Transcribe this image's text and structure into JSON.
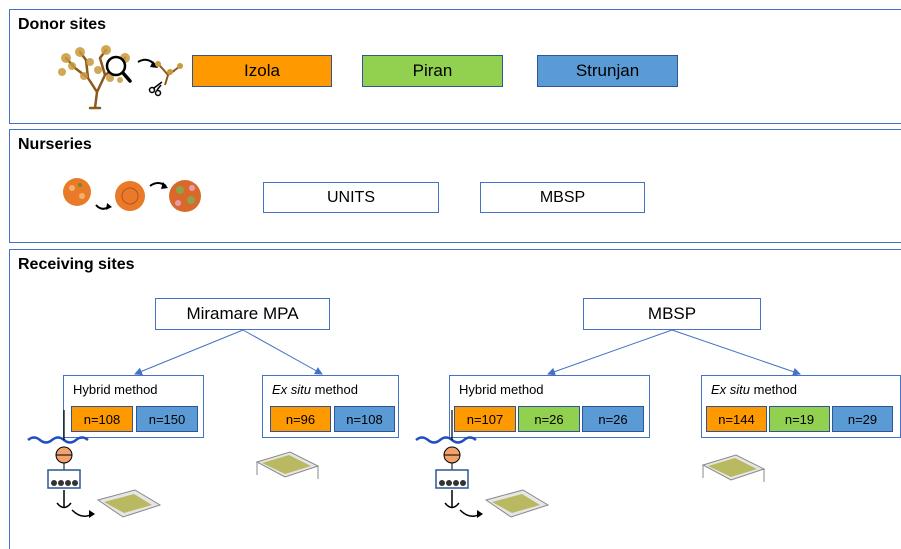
{
  "donor": {
    "title": "Donor sites",
    "sites": [
      "Izola",
      "Piran",
      "Strunjan"
    ]
  },
  "nurseries": {
    "title": "Nurseries",
    "items": [
      "UNITS",
      "MBSP"
    ]
  },
  "receiving": {
    "title": "Receiving sites",
    "miramare": {
      "label": "Miramare MPA",
      "hybrid": {
        "label": "Hybrid method",
        "counts": [
          "n=108",
          "n=150"
        ]
      },
      "exsitu": {
        "label_italic": "Ex situ",
        "label_rest": " method",
        "counts": [
          "n=96",
          "n=108"
        ]
      }
    },
    "mbsp": {
      "label": "MBSP",
      "hybrid": {
        "label": "Hybrid method",
        "counts": [
          "n=107",
          "n=26",
          "n=26"
        ]
      },
      "exsitu": {
        "label_italic": "Ex situ",
        "label_rest": " method",
        "counts": [
          "n=144",
          "n=19",
          "n=29"
        ]
      }
    }
  },
  "colors": {
    "izola": "#ff9900",
    "piran": "#92d050",
    "strunjan": "#5b9bd5",
    "frame": "#4472c4"
  }
}
